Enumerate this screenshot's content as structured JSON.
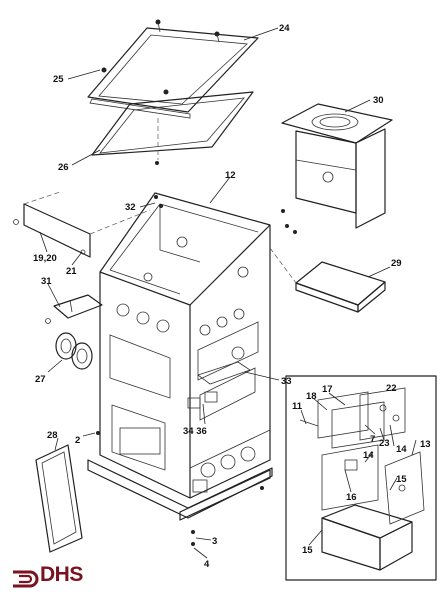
{
  "brand": {
    "logo_text": "DHS",
    "logo_color": "#7a1220",
    "line_color": "#222222"
  },
  "callouts": [
    {
      "id": "c24",
      "label": "24"
    },
    {
      "id": "c25",
      "label": "25"
    },
    {
      "id": "c26",
      "label": "26"
    },
    {
      "id": "c30",
      "label": "30"
    },
    {
      "id": "c12",
      "label": "12"
    },
    {
      "id": "c32",
      "label": "32"
    },
    {
      "id": "c1920",
      "label": "19,20"
    },
    {
      "id": "c21",
      "label": "21"
    },
    {
      "id": "c29",
      "label": "29"
    },
    {
      "id": "c31",
      "label": "31"
    },
    {
      "id": "c27",
      "label": "27"
    },
    {
      "id": "c33",
      "label": "33"
    },
    {
      "id": "c3436",
      "label": "34 36"
    },
    {
      "id": "c28",
      "label": "28"
    },
    {
      "id": "c2",
      "label": "2"
    },
    {
      "id": "c3",
      "label": "3"
    },
    {
      "id": "c4",
      "label": "4"
    },
    {
      "id": "c22",
      "label": "22"
    },
    {
      "id": "c17",
      "label": "17"
    },
    {
      "id": "c18",
      "label": "18"
    },
    {
      "id": "c11",
      "label": "11"
    },
    {
      "id": "c7",
      "label": "7"
    },
    {
      "id": "c23",
      "label": "23"
    },
    {
      "id": "c14a",
      "label": "14"
    },
    {
      "id": "c14b",
      "label": "14"
    },
    {
      "id": "c13",
      "label": "13"
    },
    {
      "id": "c15a",
      "label": "15"
    },
    {
      "id": "c16",
      "label": "16"
    },
    {
      "id": "c15b",
      "label": "15"
    }
  ]
}
